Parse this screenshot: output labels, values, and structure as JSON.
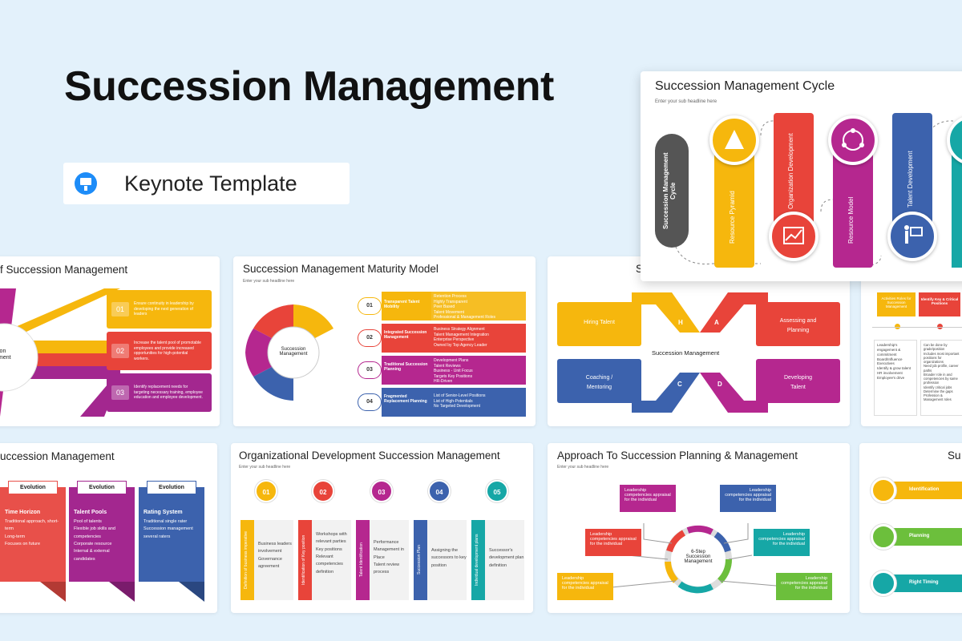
{
  "hero": {
    "title": "Succession Management",
    "badge_icon": "keynote-icon",
    "badge_label": "Keynote Template"
  },
  "featured": {
    "title": "Succession Management Cycle",
    "sub": "Enter your sub headline here",
    "left_label": "Succession Management Cycle",
    "items": [
      "Resource Pyramid",
      "Organization Development",
      "Resource Model",
      "Talent Development"
    ]
  },
  "s1": {
    "title": "f Succession Management",
    "center": "ion ment",
    "rows": [
      {
        "num": "01",
        "text": "Ensure continuity in leadership by developing the next generation of leaders",
        "color": "#f6b70d"
      },
      {
        "num": "02",
        "text": "Increase the talent pool of promotable employees and provide increased opportunities for high-potential workers.",
        "color": "#e8443a"
      },
      {
        "num": "03",
        "text": "Identify replacement needs for targeting necessary training, employee education and employee development.",
        "color": "#a3278f"
      }
    ]
  },
  "s2": {
    "title": "Succession Management Maturity Model",
    "sub": "Enter your sub headline here",
    "center": "Succession Management",
    "rows": [
      {
        "num": "01",
        "label": "Transparent Talent Mobility",
        "items": [
          "Retention Process",
          "Highly Transparent",
          "Peer Based",
          "Talent Movement",
          "Professional & Management Roles"
        ],
        "color": "#f6b70d"
      },
      {
        "num": "02",
        "label": "Integrated Succession Management",
        "items": [
          "Business Strategy Alignment",
          "Talent Management Integration",
          "Enterprise Perspective",
          "Owned by Top Agency Leader"
        ],
        "color": "#e8443a"
      },
      {
        "num": "03",
        "label": "Traditional Succession Planning",
        "items": [
          "Development Plans",
          "Talent Reviews",
          "Business - Unit Focus",
          "Targets Key Positions",
          "HR-Driven"
        ],
        "color": "#b5278f"
      },
      {
        "num": "04",
        "label": "Fragmented Replacement Planning",
        "items": [
          "List of Senior-Level Positions",
          "List of High-Potentials",
          "No Targeted Development"
        ],
        "color": "#3c62ad"
      }
    ]
  },
  "s3": {
    "title": "S",
    "center": "Succession Management",
    "boxes": [
      {
        "label": "Hiring Talent",
        "letter": "H",
        "color": "#f6b70d"
      },
      {
        "label": "Assessing and Planning",
        "letter": "A",
        "color": "#e8443a"
      },
      {
        "label": "Coaching / Mentoring",
        "letter": "C",
        "color": "#3c62ad"
      },
      {
        "label": "Developing Talent",
        "letter": "D",
        "color": "#b5278f"
      }
    ]
  },
  "s4": {
    "tags": [
      "Activities Roles for Succession Management",
      "Identify Key & Critical Positions"
    ],
    "col1": [
      "Leadership's engagement & commitment",
      "Board/Influence Executives",
      "Identify & grow talent",
      "HR involvement",
      "Employee's drive"
    ],
    "col2": [
      "Can be done by grade/position",
      "Includes most important positions for organizations",
      "Need job profile, career paths",
      "Broader role in and competencies by same profession",
      "Identify critical jobs",
      "Determine the gaps",
      "Profession & Management roles"
    ]
  },
  "s5": {
    "title": "uccession Management",
    "cols": [
      {
        "tag": "Evolution",
        "head": "Time Horizon",
        "items": [
          "Traditional approach, short-term",
          "Long-term",
          "Focuses on future"
        ],
        "color": "#e8504a"
      },
      {
        "tag": "Evolution",
        "head": "Talent Pools",
        "items": [
          "Pool of talents",
          "Flexible job skills and competencies",
          "Corporate resource",
          "Internal & external candidates"
        ],
        "color": "#a3278f"
      },
      {
        "tag": "Evolution",
        "head": "Rating System",
        "items": [
          "Traditional single rater",
          "Succession management several raters"
        ],
        "color": "#3c62ad"
      }
    ]
  },
  "s6": {
    "title": "Organizational Development Succession Management",
    "sub": "Enter your sub headline here",
    "cols": [
      {
        "num": "01",
        "label": "Definition of business imperative",
        "items": [
          "Business leaders involvement",
          "Governance agreement"
        ],
        "color": "#f6b70d"
      },
      {
        "num": "02",
        "label": "Identification of Key position",
        "items": [
          "Workshops with relevant parties",
          "Key positions",
          "Relevant competencies definition"
        ],
        "color": "#e8443a"
      },
      {
        "num": "03",
        "label": "Talent Identification",
        "items": [
          "Performance Management in Place",
          "Talent review process"
        ],
        "color": "#b5278f"
      },
      {
        "num": "04",
        "label": "Succession Plan",
        "items": [
          "Assigning the successors to key position"
        ],
        "color": "#3c62ad"
      },
      {
        "num": "05",
        "label": "Individual development plans",
        "items": [
          "Successor's development plan definition"
        ],
        "color": "#16a7a6"
      }
    ]
  },
  "s7": {
    "title": "Approach To Succession Planning & Management",
    "sub": "Enter your sub headline here",
    "center": "6-Step Succession Management",
    "boxes": [
      {
        "text": "Leadership competencies appraisal for the individual",
        "color": "#b5278f"
      },
      {
        "text": "Leadership competencies appraisal for the individual",
        "color": "#3c62ad"
      },
      {
        "text": "Leadership competencies appraisal for the individual",
        "color": "#e8443a"
      },
      {
        "text": "Leadership competencies appraisal for the individual",
        "color": "#16a7a6"
      },
      {
        "text": "Leadership competencies appraisal for the individual",
        "color": "#f6b70d"
      },
      {
        "text": "Leadership competencies appraisal for the individual",
        "color": "#6cbf3c"
      }
    ]
  },
  "s8": {
    "title": "Su",
    "items": [
      {
        "label": "Identification",
        "color": "#f6b70d"
      },
      {
        "label": "Planning",
        "color": "#6cbf3c"
      },
      {
        "label": "Right Timing",
        "color": "#16a7a6"
      }
    ]
  }
}
